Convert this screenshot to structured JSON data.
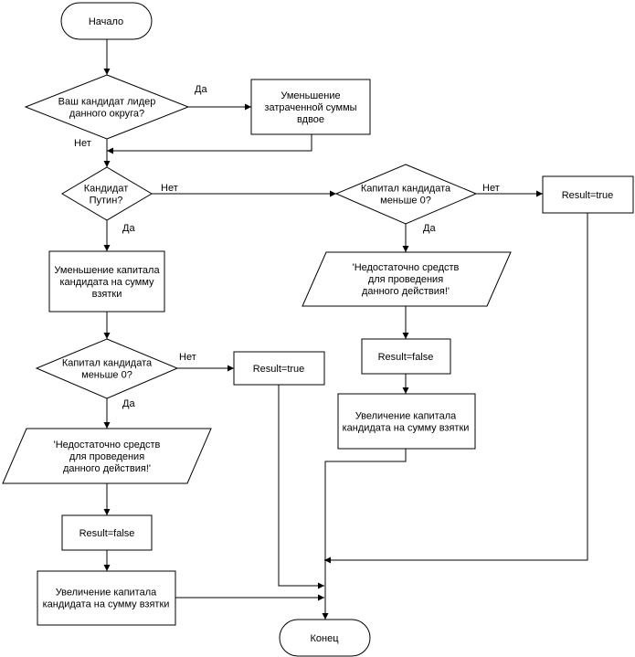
{
  "nodes": {
    "start": [
      "Начало"
    ],
    "q_leader": [
      "Ваш кандидат лидер",
      "данного округа?"
    ],
    "reduce_double": [
      "Уменьшение",
      "затраченной суммы",
      "вдвое"
    ],
    "q_putin": [
      "Кандидат",
      "Путин?"
    ],
    "q_capital_right": [
      "Капитал кандидата",
      "меньше 0?"
    ],
    "result_true_right": [
      "Result=true"
    ],
    "reduce_bribe": [
      "Уменьшение капитала",
      "кандидата на сумму",
      "взятки"
    ],
    "msg_right": [
      "'Недостаточно средств",
      "для проведения",
      "данного действия!'"
    ],
    "q_capital_left": [
      "Капитал кандидата",
      "меньше 0?"
    ],
    "result_true_mid": [
      "Result=true"
    ],
    "result_false_right": [
      "Result=false"
    ],
    "increase_right": [
      "Увеличение капитала",
      "кандидата на сумму взятки"
    ],
    "msg_left": [
      "'Недостаточно средств",
      "для проведения",
      "данного действия!'"
    ],
    "result_false_left": [
      "Result=false"
    ],
    "increase_left": [
      "Увеличение капитала",
      "кандидата на сумму взятки"
    ],
    "end": [
      "Конец"
    ]
  },
  "edge_labels": {
    "leader_yes": "Да",
    "leader_no": "Нет",
    "putin_no": "Нет",
    "putin_yes": "Да",
    "cap_right_no": "Нет",
    "cap_right_yes": "Да",
    "cap_left_no": "Нет",
    "cap_left_yes": "Да"
  }
}
